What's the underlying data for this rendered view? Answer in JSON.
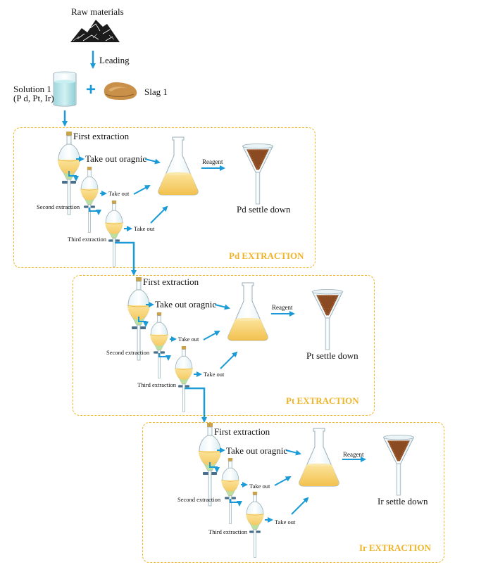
{
  "top": {
    "raw_materials": "Raw materials",
    "leading": "Leading",
    "solution": "Solution 1",
    "solution_elements": "(P d, Pt, Ir)",
    "plus": "+",
    "slag": "Slag 1"
  },
  "sections": [
    {
      "title": "Pd EXTRACTION",
      "first_extraction": "First extraction",
      "take_out_organic": "Take out oragnic",
      "second_extraction": "Second extraction",
      "take_out_2": "Take out",
      "third_extraction": "Third extraction",
      "take_out_3": "Take out",
      "reagent": "Reagent",
      "settle": "Pd settle down"
    },
    {
      "title": "Pt EXTRACTION",
      "first_extraction": "First extraction",
      "take_out_organic": "Take out oragnic",
      "second_extraction": "Second extraction",
      "take_out_2": "Take out",
      "third_extraction": "Third extraction",
      "take_out_3": "Take out",
      "reagent": "Reagent",
      "settle": "Pt settle down"
    },
    {
      "title": "Ir EXTRACTION",
      "first_extraction": "First extraction",
      "take_out_organic": "Take out oragnic",
      "second_extraction": "Second extraction",
      "take_out_2": "Take out",
      "third_extraction": "Third extraction",
      "take_out_3": "Take out",
      "reagent": "Reagent",
      "settle": "Ir settle down"
    }
  ],
  "colors": {
    "arrow": "#1a9bd7",
    "box_border": "#f0b429",
    "title": "#f0b429",
    "liquid": "#f6cf6a",
    "aqueous": "#b9e0a0",
    "precipitate": "#8a4a22"
  }
}
